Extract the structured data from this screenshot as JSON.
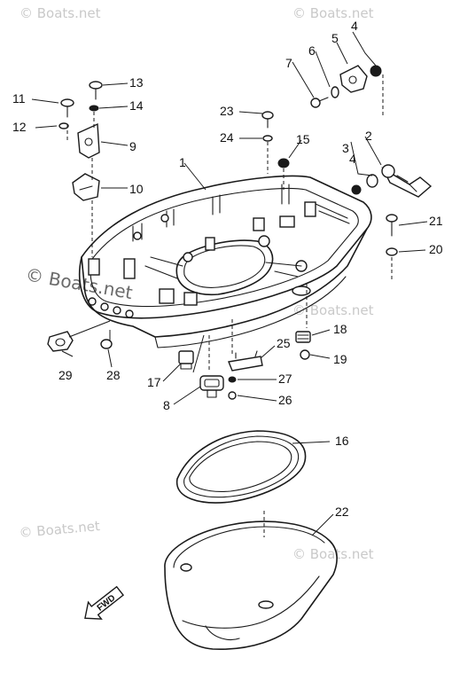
{
  "watermarks": {
    "small": "© Boats.net",
    "large": "© Boats.net"
  },
  "direction_label": "FWD",
  "callouts": {
    "c1": "1",
    "c2": "2",
    "c3": "3",
    "c4a": "4",
    "c4b": "4",
    "c5": "5",
    "c6": "6",
    "c7": "7",
    "c8": "8",
    "c9": "9",
    "c10": "10",
    "c11": "11",
    "c12": "12",
    "c13": "13",
    "c14": "14",
    "c15": "15",
    "c16": "16",
    "c17": "17",
    "c18": "18",
    "c19": "19",
    "c20": "20",
    "c21": "21",
    "c22": "22",
    "c23": "23",
    "c24": "24",
    "c25": "25",
    "c26": "26",
    "c27": "27",
    "c28": "28",
    "c29": "29"
  },
  "colors": {
    "line": "#1a1a1a",
    "watermark": "#c9c9c9",
    "background": "#ffffff"
  }
}
